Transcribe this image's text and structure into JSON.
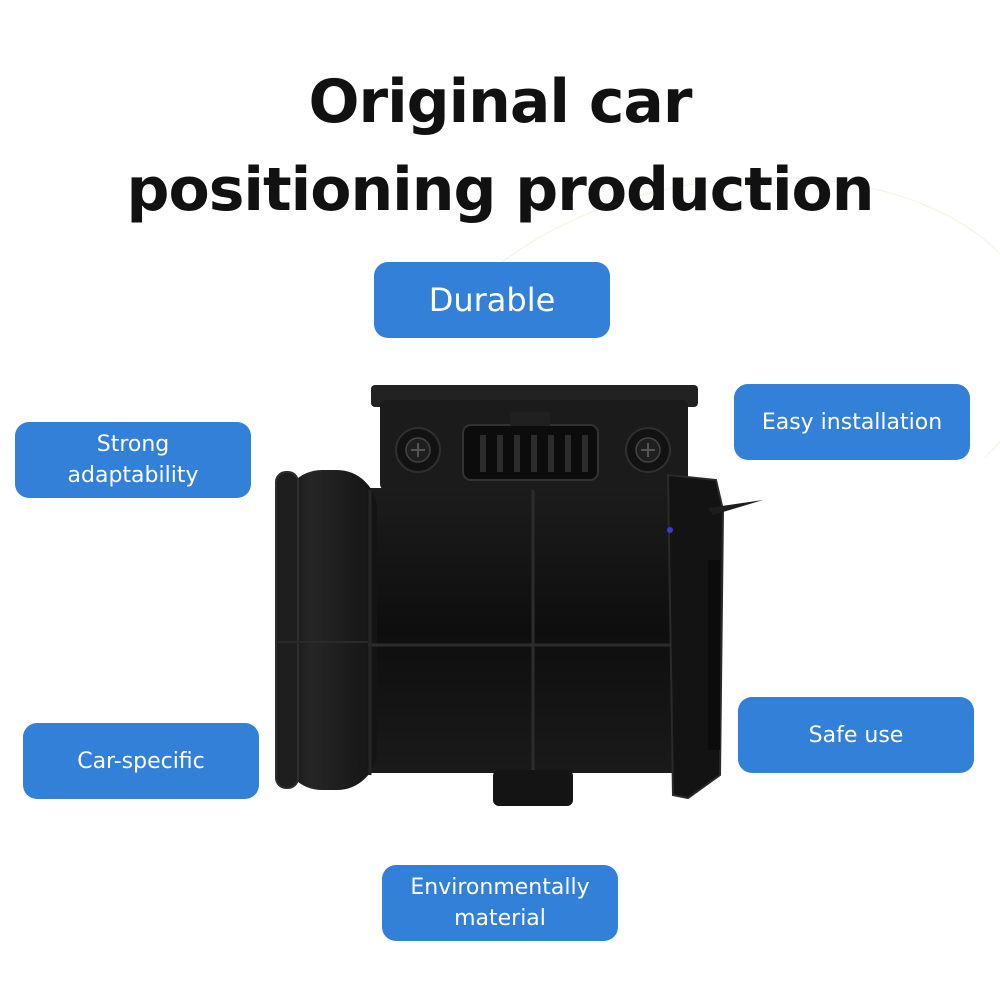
{
  "headline": {
    "line1": "Original car",
    "line2": "positioning production"
  },
  "colors": {
    "badge_background": "#3380d8",
    "badge_text": "#ffffff",
    "headline_text": "#111111",
    "background": "#ffffff"
  },
  "product_image": {
    "subject": "black mass air flow sensor",
    "alt": "Mass air flow sensor product photo"
  },
  "features": [
    {
      "id": "durable",
      "label": "Durable"
    },
    {
      "id": "strong-adaptability",
      "label": "Strong adaptability"
    },
    {
      "id": "easy-installation",
      "label": "Easy installation"
    },
    {
      "id": "car-specific",
      "label": "Car-specific"
    },
    {
      "id": "safe-use",
      "label": "Safe use"
    },
    {
      "id": "environmentally-material",
      "label": "Environmentally material"
    }
  ]
}
